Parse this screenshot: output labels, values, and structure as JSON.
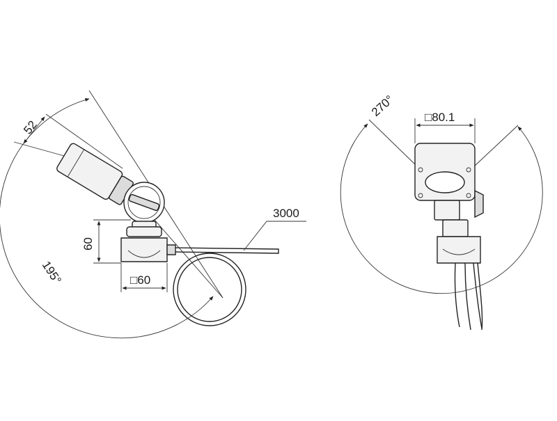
{
  "left_view": {
    "dim_lamp_width": "52",
    "dim_rotation": "195°",
    "dim_height": "60",
    "dim_base_square": "□60",
    "dim_cable_length": "3000"
  },
  "right_view": {
    "dim_rotation": "270°",
    "dim_box_square": "□80.1"
  },
  "colors": {
    "line": "#222222",
    "fill_light": "#f2f2f2",
    "fill_mid": "#dcdcdc",
    "background": "#ffffff"
  }
}
